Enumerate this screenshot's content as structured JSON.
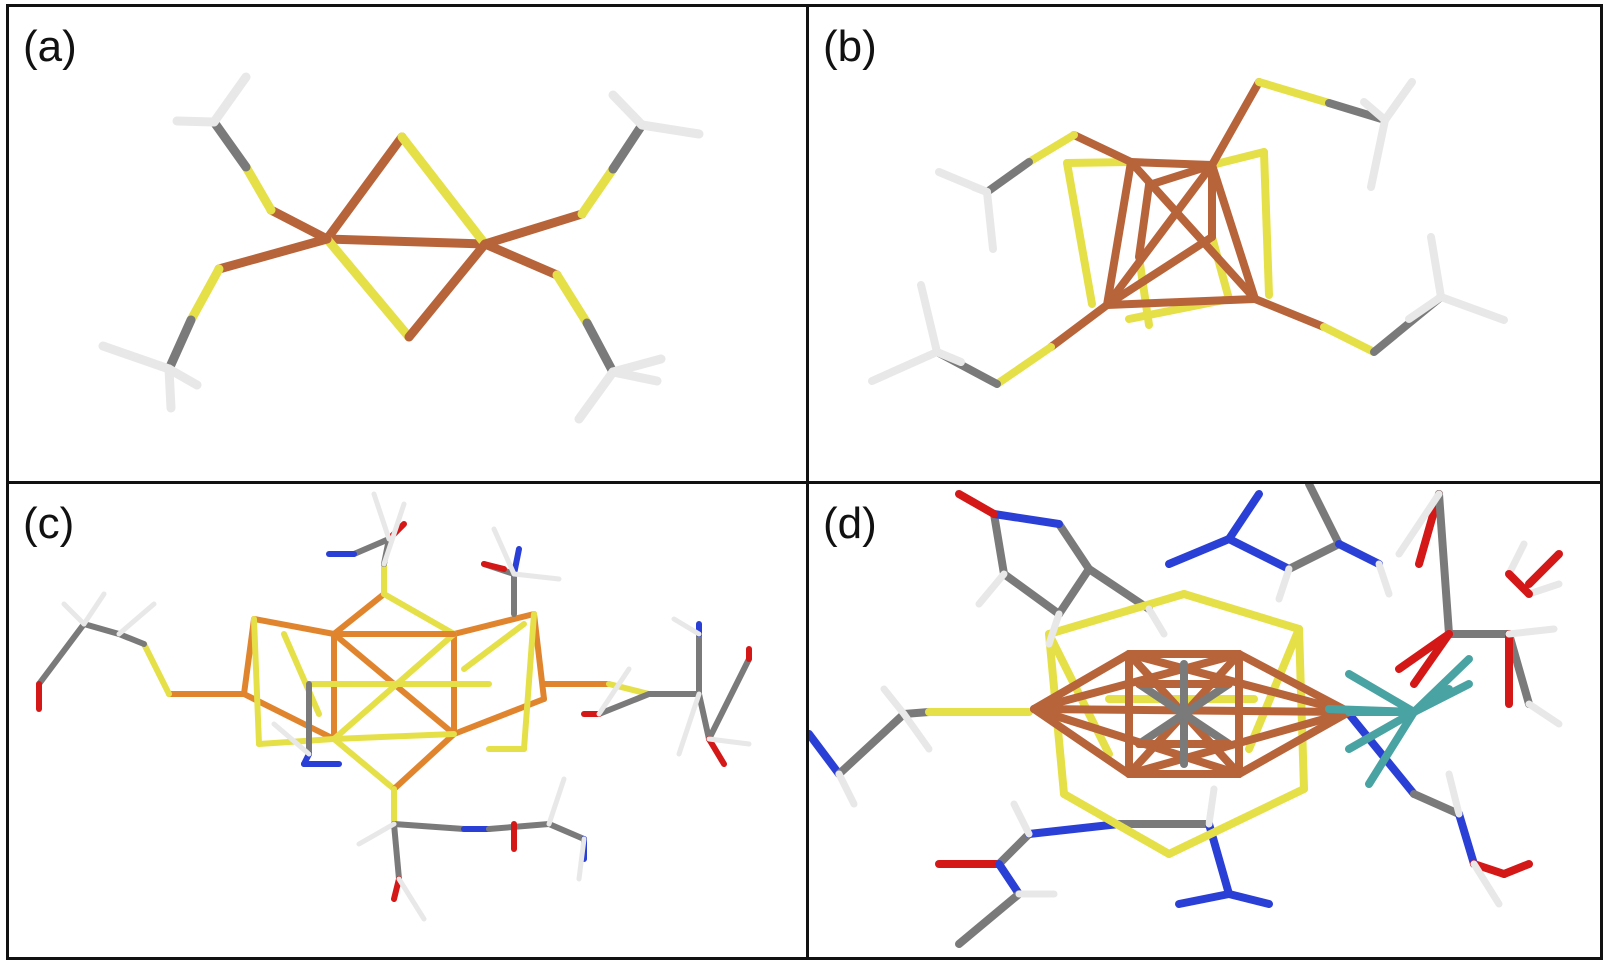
{
  "panels": [
    {
      "id": "a",
      "label": "(a)"
    },
    {
      "id": "b",
      "label": "(b)"
    },
    {
      "id": "c",
      "label": "(c)"
    },
    {
      "id": "d",
      "label": "(d)"
    }
  ],
  "colors": {
    "copper": "#b8643a",
    "copper_light": "#e0852e",
    "sulfur": "#e6e048",
    "carbon": "#7a7a7a",
    "hydrogen": "#e8e8e8",
    "nitrogen": "#2a3fd6",
    "oxygen": "#d41818",
    "metal_teal": "#4aa3a3",
    "border": "#111111"
  }
}
